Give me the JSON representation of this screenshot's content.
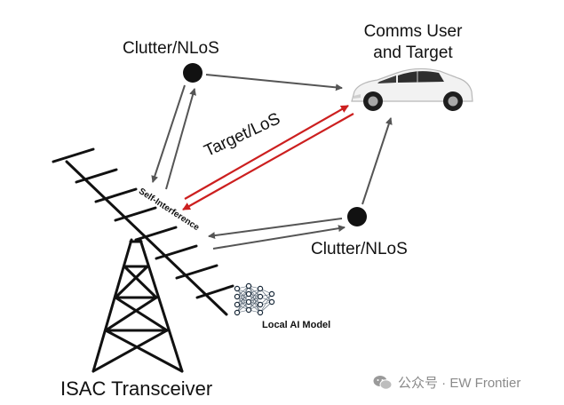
{
  "labels": {
    "clutter_top": "Clutter/NLoS",
    "comms_line1": "Comms User",
    "comms_line2": "and Target",
    "target_los": "Target/LoS",
    "self_interference": "Self-Interference",
    "clutter_right": "Clutter/NLoS",
    "local_ai": "Local AI Model",
    "isac": "ISAC Transceiver"
  },
  "watermark": {
    "text": "公众号 · EW Frontier",
    "icon": "wechat-icon"
  },
  "colors": {
    "los_arrow": "#cc1f1f",
    "nlos_arrow": "#555555",
    "car_body": "#f2f2f2"
  }
}
